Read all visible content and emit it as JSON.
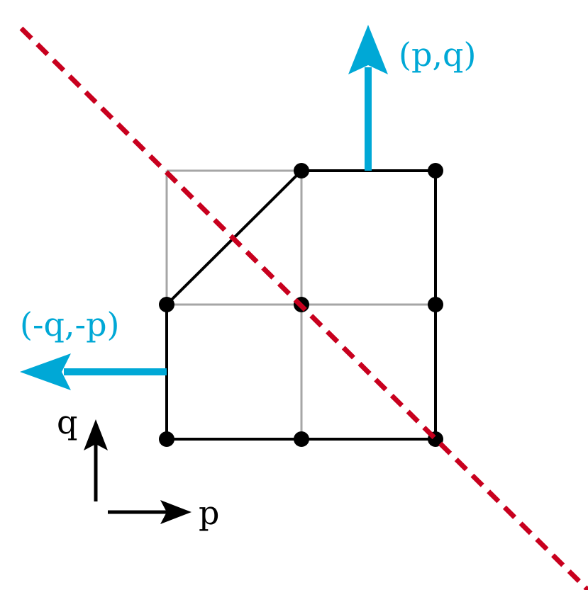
{
  "colors": {
    "accent": "#00a8d6",
    "dashed_line": "#c8001e",
    "grid": "#a6a6a6",
    "edges": "#000000",
    "background": "#ffffff"
  },
  "labels": {
    "normal_up": "(p,q)",
    "normal_left": "(-q,-p)",
    "axis_q": "q",
    "axis_p": "p"
  },
  "lattice": {
    "points": [
      [
        0,
        0
      ],
      [
        1,
        0
      ],
      [
        2,
        0
      ],
      [
        0,
        1
      ],
      [
        1,
        1
      ],
      [
        2,
        1
      ],
      [
        1,
        2
      ],
      [
        2,
        2
      ]
    ],
    "grid_extent": [
      [
        0,
        0
      ],
      [
        2,
        2
      ]
    ]
  },
  "polygon": {
    "vertices": [
      [
        0,
        0
      ],
      [
        2,
        0
      ],
      [
        2,
        2
      ],
      [
        1,
        2
      ],
      [
        0,
        1
      ]
    ]
  },
  "normals": [
    {
      "label_key": "normal_up",
      "direction": [
        0,
        1
      ]
    },
    {
      "label_key": "normal_left",
      "direction": [
        -1,
        0
      ]
    }
  ]
}
